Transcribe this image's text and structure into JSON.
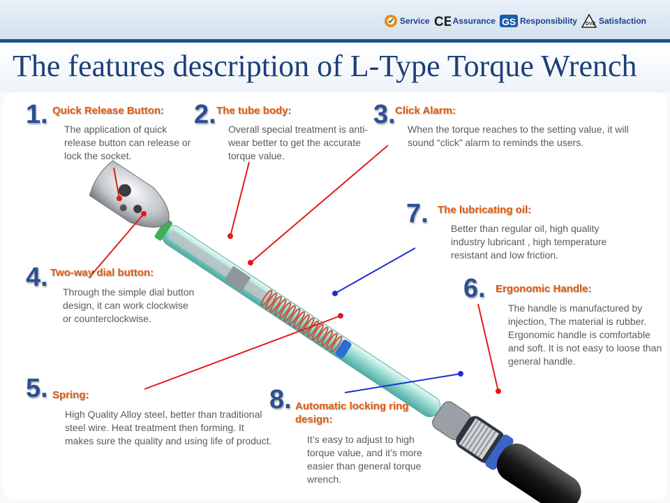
{
  "header": {
    "badges": [
      {
        "icon": "sgs-icon",
        "label": "Service"
      },
      {
        "icon": "ce-icon",
        "label": "Assurance"
      },
      {
        "icon": "gs-icon",
        "label": "Responsibility"
      },
      {
        "icon": "dve-icon",
        "label": "Satisfaction"
      }
    ]
  },
  "title": "The features description of L-Type Torque Wrench",
  "features": [
    {
      "num": "1.",
      "head": "Quick Release Button:",
      "desc": "The application of quick release button can release or lock the socket."
    },
    {
      "num": "2.",
      "head": "The tube body:",
      "desc": "Overall special treatment is anti-wear better to get the accurate torque value."
    },
    {
      "num": "3.",
      "head": "Click Alarm:",
      "desc": "When the torque reaches to the setting value, it will sound “click” alarm to reminds the users."
    },
    {
      "num": "4.",
      "head": "Two-way dial button:",
      "desc": "Through the simple dial button design, it can work clockwise or counterclockwise."
    },
    {
      "num": "5.",
      "head": "Spring:",
      "desc": "High Quality Alloy steel, better than traditional steel wire. Heat treatment then forming. It makes sure the quality and using life of product."
    },
    {
      "num": "6.",
      "head": "Ergonomic Handle:",
      "desc": "The handle is manufactured by injection, The material is rubber. Ergonomic handle is comfortable and soft. It is not easy to loose than general handle."
    },
    {
      "num": "7.",
      "head": "The lubricating oil:",
      "desc": "Better than regular oil, high quality industry lubricant , high temperature resistant and low friction."
    },
    {
      "num": "8.",
      "head": "Automatic locking ring design:",
      "desc": "It’s easy to adjust to high torque value, and it’s more easier than general torque wrench."
    }
  ],
  "colors": {
    "number": "#2c4f94",
    "heading": "#e25d12",
    "pointer_red": "#e01b1b",
    "pointer_blue": "#1e2fd0",
    "title": "#1c3f7a"
  }
}
